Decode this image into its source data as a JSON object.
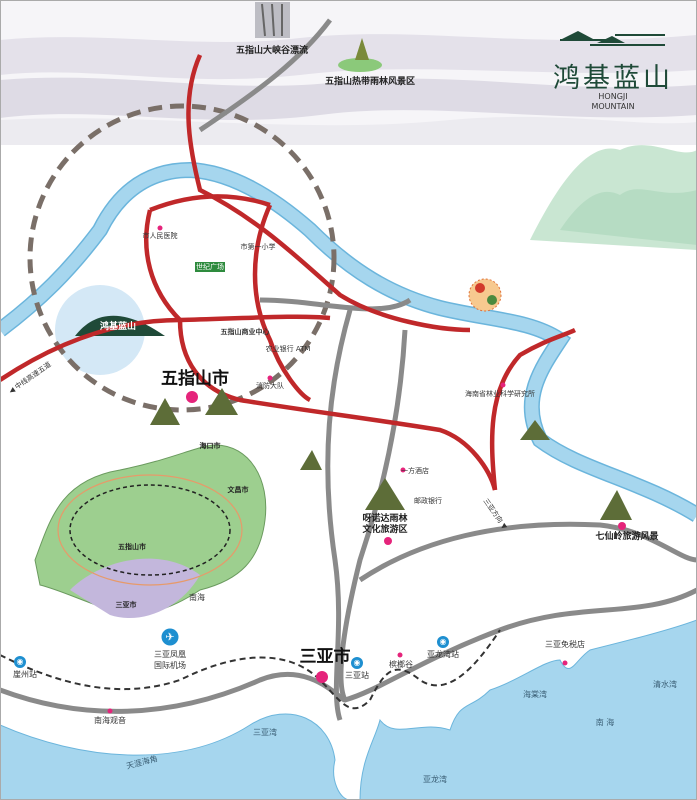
{
  "logo": {
    "chinese": "鸿基蓝山",
    "english_line1": "HONGJI",
    "english_line2": "MOUNTAIN"
  },
  "colors": {
    "river": "#a6d6ee",
    "sea": "#a6d6ee",
    "main_road": "#c0282a",
    "highway": "#8a8a8a",
    "poi": "#e5247b",
    "island_land": "#9dcf8f",
    "island_sanya": "#c3b7dc"
  },
  "labels": {
    "wuzhishan_city": "五指山市",
    "sanya_city": "三亚市",
    "hongji_mountain": "鸿基蓝山",
    "grand_canyon_rafting": "五指山大峡谷漂流",
    "rainforest_scenic": "五指山热带雨林风景区",
    "yanoda_line1": "呀诺达雨林",
    "yanoda_line2": "文化旅游区",
    "qixianling": "七仙岭旅游风景",
    "airport_line1": "三亚凤凰",
    "airport_line2": "国际机场",
    "yazhou_station": "崖州站",
    "sanya_station": "三亚站",
    "binglanggu": "槟榔谷",
    "yalongwan_station": "亚龙湾站",
    "duty_free": "三亚免税店",
    "nanhai_guanyin": "南海观音",
    "sanya_bay": "三亚湾",
    "tianya_haijiao": "天涯海角",
    "haitang_bay": "海棠湾",
    "qingshui_bay": "清水湾",
    "south_sea": "南 海",
    "yalong_bay": "亚龙湾",
    "central_expressway": "◀ 中线高速五道",
    "sanya_direction": "三亚方向 ▼",
    "square": "世纪广场",
    "fire_brigade": "消防大队",
    "hospital": "市人民医院",
    "bank_atm": "农业银行 ATM",
    "commerce_center": "五指山商业中心",
    "school": "市第一小学",
    "forestry_institute": "海南省林业科学研究所",
    "hotel": "一方酒店",
    "post_office": "邮政银行"
  },
  "inset": {
    "haikou": "海口市",
    "wenchang": "文昌市",
    "wuzhishan": "五指山市",
    "sanya": "三亚市",
    "south_sea": "南海"
  }
}
